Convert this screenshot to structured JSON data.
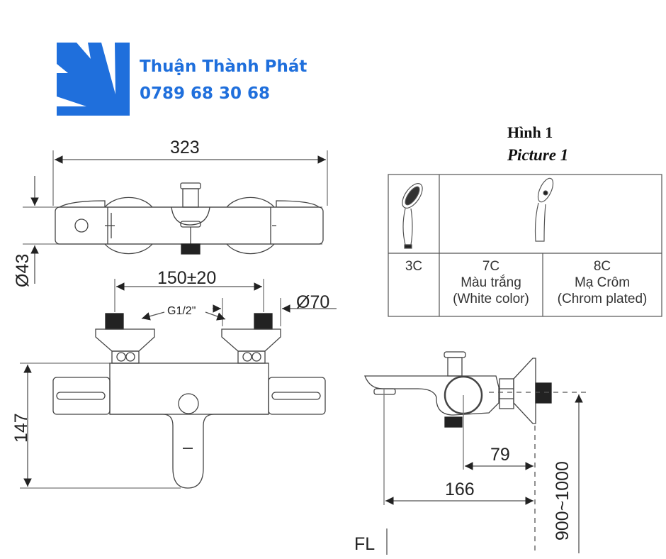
{
  "brand": {
    "name": "Thuận Thành Phát",
    "phone": "0789 68 30 68",
    "color": "#1f6fdc"
  },
  "top_view": {
    "width_label": "323",
    "diameter_label": "Ø43"
  },
  "front_view": {
    "spacing_label": "150±20",
    "thread_label": "G1/2\"",
    "flange_label": "Ø70",
    "height_label": "147"
  },
  "side_view": {
    "spout_to_inlet_label": "79",
    "depth_label": "166",
    "mount_height_label": "900~1000",
    "floor_label": "FL"
  },
  "picture_table": {
    "title": "Hình 1",
    "subtitle": "Picture 1",
    "columns": [
      {
        "code": "3C",
        "name_vi": "",
        "name_en": ""
      },
      {
        "code": "7C",
        "name_vi": "Màu trắng",
        "name_en": "(White color)"
      },
      {
        "code": "8C",
        "name_vi": "Mạ Crôm",
        "name_en": "(Chrom plated)"
      }
    ]
  },
  "colors": {
    "line": "#333333",
    "dim_line": "#555555",
    "fill_dark": "#222222"
  }
}
